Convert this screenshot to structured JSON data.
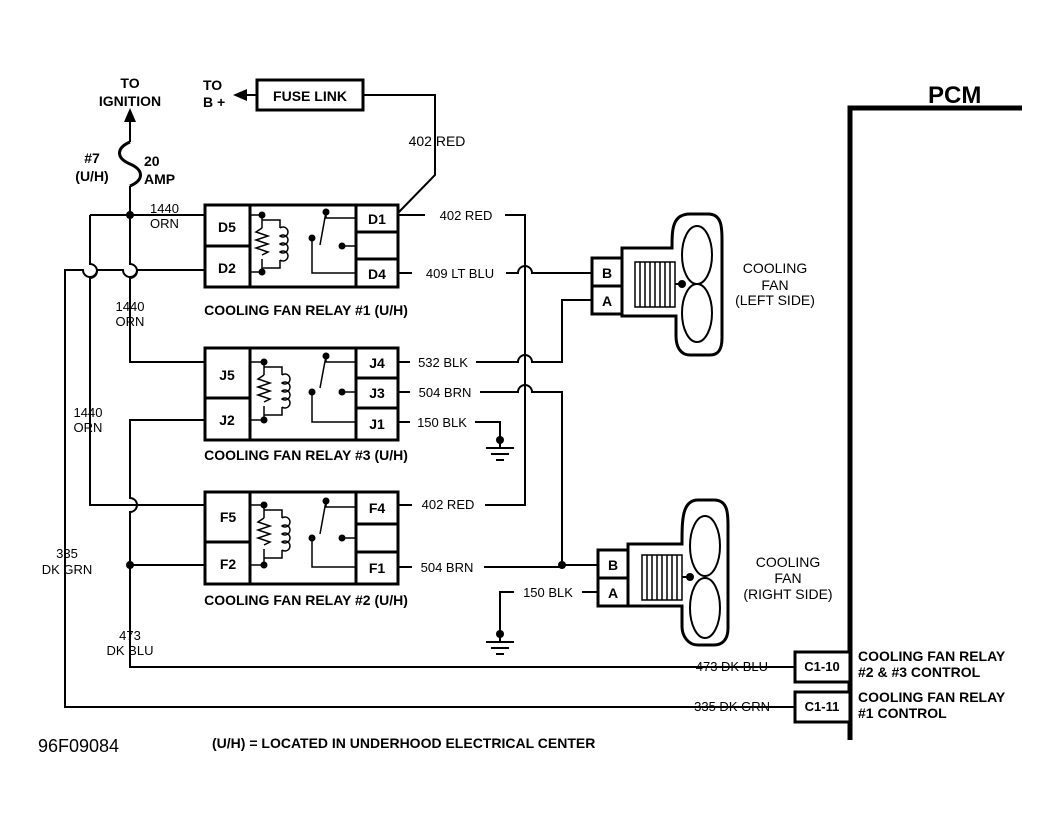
{
  "pcm": {
    "label": "PCM"
  },
  "supply": {
    "ignition": [
      "TO",
      "IGNITION"
    ],
    "battery": [
      "TO",
      "B +"
    ],
    "fuse_link": "FUSE LINK",
    "fuse_number": [
      "#7",
      "(U/H)"
    ],
    "fuse_rating": [
      "20",
      "AMP"
    ]
  },
  "relay1": {
    "caption": "COOLING FAN RELAY #1 (U/H)",
    "pins": {
      "d5": "D5",
      "d2": "D2",
      "d1": "D1",
      "d4": "D4"
    }
  },
  "relay3": {
    "caption": "COOLING FAN RELAY #3 (U/H)",
    "pins": {
      "j5": "J5",
      "j2": "J2",
      "j4": "J4",
      "j3": "J3",
      "j1": "J1"
    }
  },
  "relay2": {
    "caption": "COOLING FAN RELAY #2 (U/H)",
    "pins": {
      "f5": "F5",
      "f2": "F2",
      "f4": "F4",
      "f1": "F1"
    }
  },
  "wires": {
    "w402_top": "402 RED",
    "w1440_a": [
      "1440",
      "ORN"
    ],
    "w1440_b": [
      "1440",
      "ORN"
    ],
    "w1440_c": [
      "1440",
      "ORN"
    ],
    "w402_d1": "402 RED",
    "w409": "409 LT BLU",
    "w532": "532 BLK",
    "w504_j3": "504 BRN",
    "w150_j1": "150 BLK",
    "w402_f4": "402 RED",
    "w504_f1": "504 BRN",
    "w150_right": "150 BLK",
    "w335": [
      "335",
      "DK GRN"
    ],
    "w473": [
      "473",
      "DK BLU"
    ],
    "w473_pcm": "473 DK BLU",
    "w335_pcm": "335 DK GRN"
  },
  "fan_left": {
    "label": [
      "Cooling",
      "Fan",
      "(Left Side)"
    ],
    "pin_b": "B",
    "pin_a": "A"
  },
  "fan_right": {
    "label": [
      "Cooling",
      "Fan",
      "(Right Side)"
    ],
    "pin_b": "B",
    "pin_a": "A"
  },
  "pcm_terminals": {
    "c110": {
      "pin": "C1-10",
      "desc": [
        "COOLING FAN RELAY",
        "#2 & #3 CONTROL"
      ]
    },
    "c111": {
      "pin": "C1-11",
      "desc": [
        "COOLING FAN RELAY",
        "#1 CONTROL"
      ]
    }
  },
  "footer": {
    "code": "96F09084",
    "note": "(U/H) = LOCATED IN UNDERHOOD ELECTRICAL CENTER"
  }
}
